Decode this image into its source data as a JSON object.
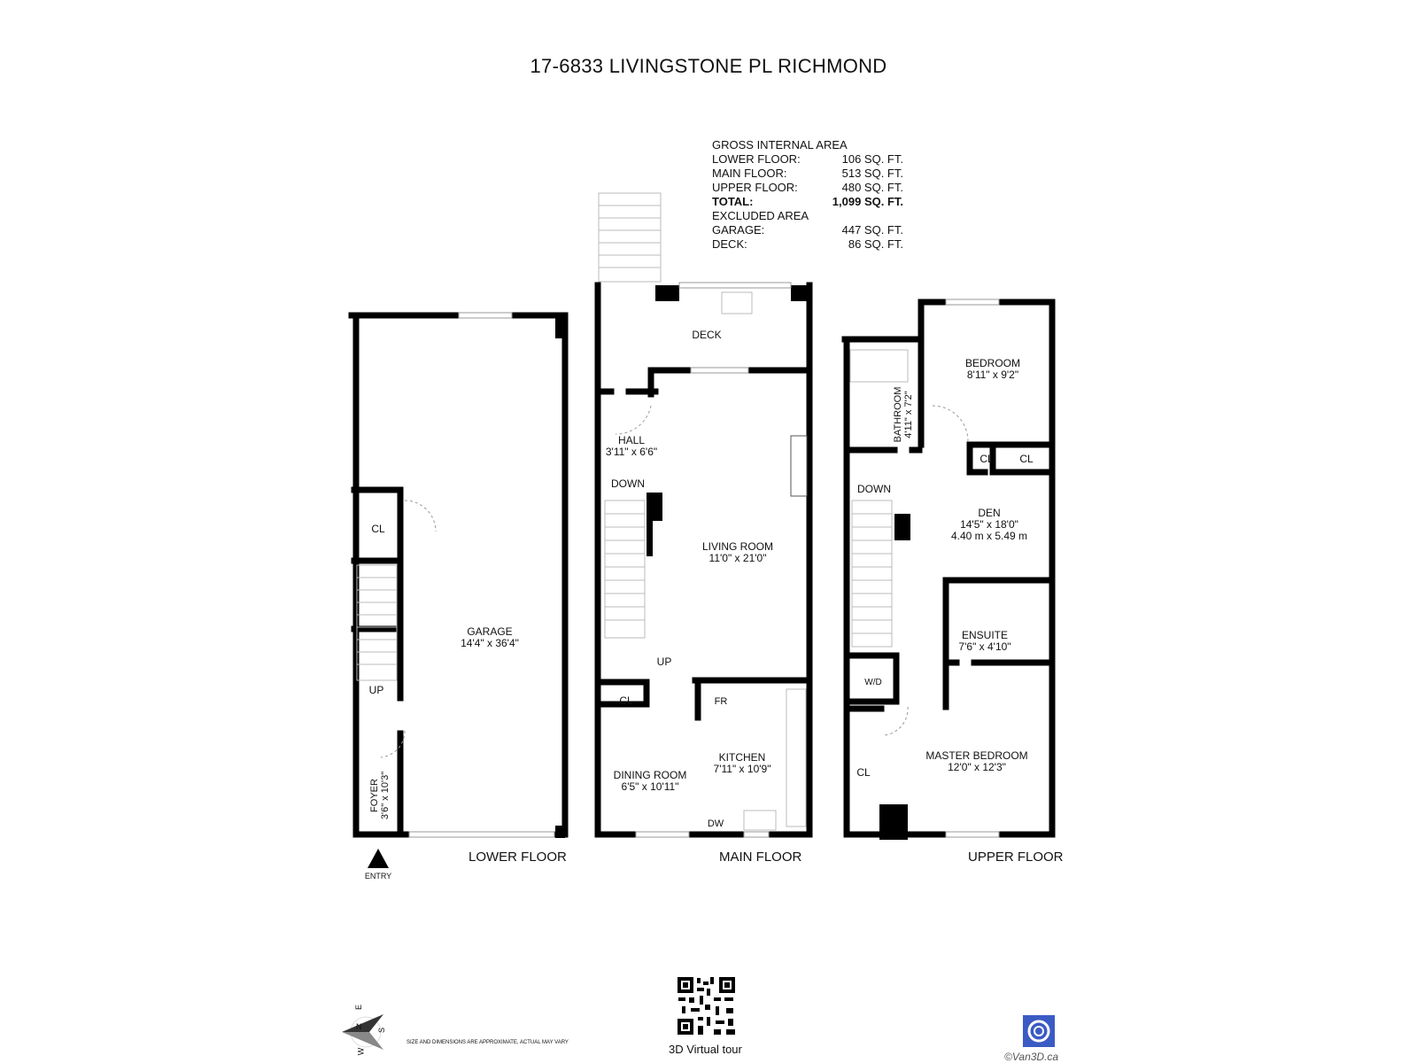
{
  "title": "17-6833 LIVINGSTONE PL RICHMOND",
  "area_summary": {
    "gross_heading": "GROSS INTERNAL AREA",
    "rows": [
      {
        "label": "LOWER FLOOR:",
        "value": "106 SQ. FT."
      },
      {
        "label": "MAIN FLOOR:",
        "value": "513 SQ. FT."
      },
      {
        "label": "UPPER FLOOR:",
        "value": "480 SQ. FT."
      }
    ],
    "total": {
      "label": "TOTAL:",
      "value": "1,099 SQ. FT."
    },
    "excluded_heading": "EXCLUDED AREA",
    "excluded": [
      {
        "label": "GARAGE:",
        "value": "447 SQ. FT."
      },
      {
        "label": "DECK:",
        "value": "86 SQ. FT."
      }
    ]
  },
  "floors": {
    "lower": {
      "name": "LOWER FLOOR",
      "garage": {
        "name": "GARAGE",
        "dims": "14'4\" x 36'4\""
      },
      "closet": "CL",
      "up": "UP",
      "foyer": {
        "name": "FOYER",
        "dims": "3'6\" x 10'3\""
      },
      "entry": "ENTRY"
    },
    "main": {
      "name": "MAIN FLOOR",
      "deck": "DECK",
      "hall": {
        "name": "HALL",
        "dims": "3'11\" x 6'6\""
      },
      "down": "DOWN",
      "living": {
        "name": "LIVING ROOM",
        "dims": "11'0\" x 21'0\""
      },
      "up": "UP",
      "closet": "CL",
      "fridge": "FR",
      "kitchen": {
        "name": "KITCHEN",
        "dims": "7'11\" x 10'9\""
      },
      "dining": {
        "name": "DINING ROOM",
        "dims": "6'5\" x 10'11\""
      },
      "dishwasher": "DW"
    },
    "upper": {
      "name": "UPPER FLOOR",
      "bedroom": {
        "name": "BEDROOM",
        "dims": "8'11\" x 9'2\""
      },
      "bathroom": {
        "name": "BATHROOM",
        "dims": "4'11\" x 7'2\""
      },
      "closet1": "CL",
      "closet2": "CL",
      "down": "DOWN",
      "den": {
        "name": "DEN",
        "dims": "14'5\" x 18'0\"",
        "metric": "4.40 m x 5.49 m"
      },
      "ensuite": {
        "name": "ENSUITE",
        "dims": "7'6\" x 4'10\""
      },
      "washer_dryer": "W/D",
      "closet3": "CL",
      "master": {
        "name": "MASTER BEDROOM",
        "dims": "12'0\" x 12'3\""
      }
    }
  },
  "compass": {
    "n": "N",
    "e": "E",
    "s": "S",
    "w": "W"
  },
  "disclaimer": "SIZE AND DIMENSIONS ARE APPROXIMATE, ACTUAL MAY VARY",
  "virtual_tour": "3D Virtual tour",
  "copyright": "©Van3D.ca",
  "colors": {
    "wall": "#000000",
    "logo": "#3b5bc4"
  }
}
